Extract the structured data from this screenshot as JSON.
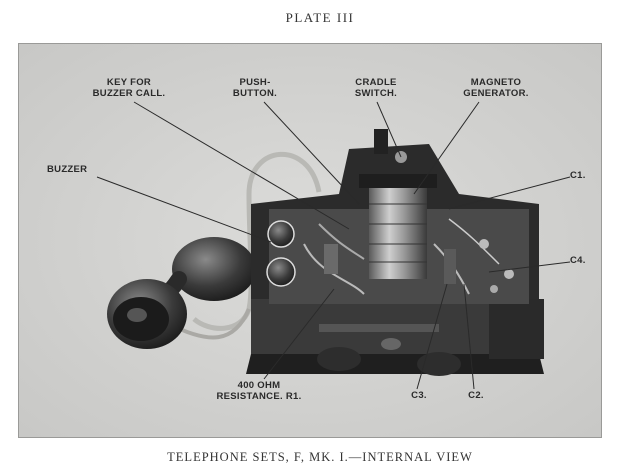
{
  "plate_title": "PLATE III",
  "labels": {
    "key_for_buzzer_call": "KEY FOR\nBUZZER CALL.",
    "push_button": "PUSH-\nBUTTON.",
    "cradle_switch": "CRADLE\nSWITCH.",
    "magneto_generator": "MAGNETO\nGENERATOR.",
    "buzzer": "BUZZER",
    "c1": "C1.",
    "c4": "C4.",
    "resistance": "400 OHM\nRESISTANCE. R1.",
    "c3": "C3.",
    "c2": "C2."
  },
  "caption": "TELEPHONE SETS, F, MK. I.—INTERNAL VIEW"
}
